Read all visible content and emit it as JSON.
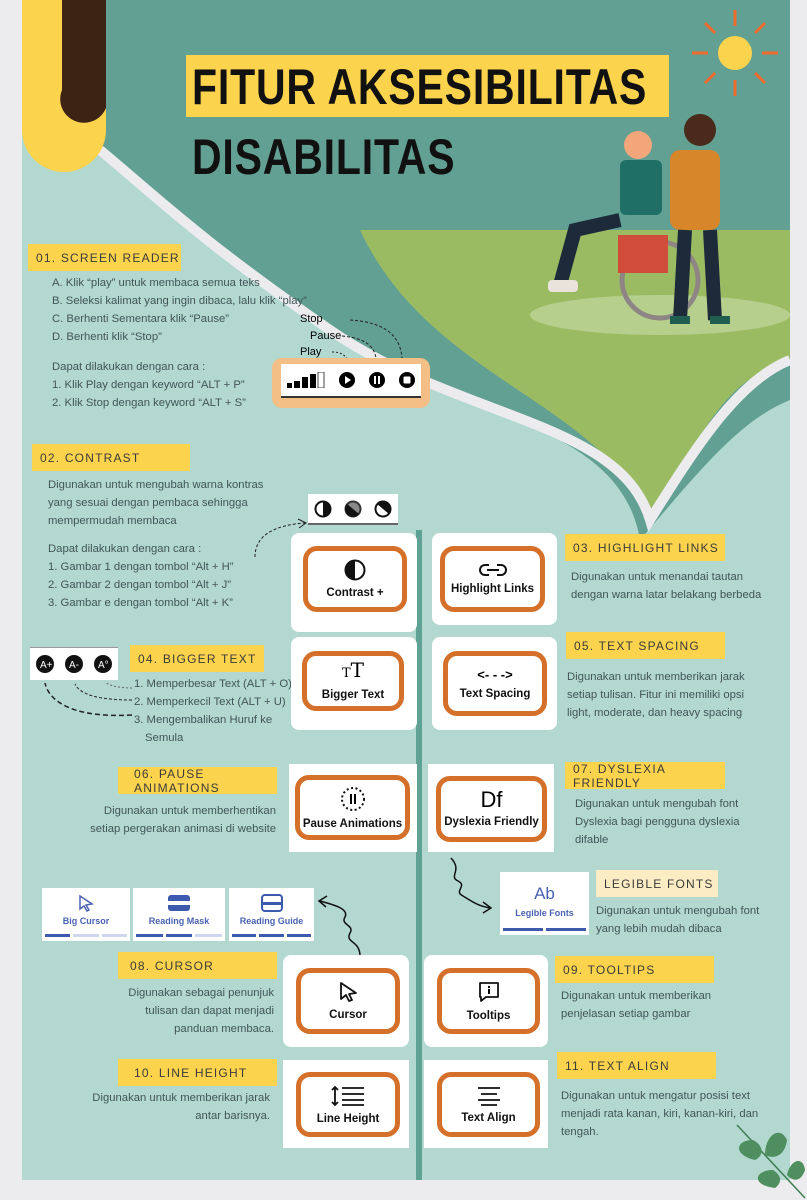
{
  "title": {
    "line1": "FITUR AKSESIBILITAS",
    "line2": "DISABILITAS"
  },
  "colors": {
    "label": "#fcd34c",
    "mint": "#b2d8cf",
    "teal": "#62a093",
    "green": "#9bbb63",
    "button_border": "#d4702a"
  },
  "screen_reader": {
    "label": "01. SCREEN READER",
    "steps": [
      "A. Klik “play” untuk membaca semua teks",
      "B. Seleksi kalimat yang ingin dibaca, lalu klik “play”",
      "C. Berhenti Sementara klik “Pause”",
      "D. Berhenti klik “Stop”"
    ],
    "how_title": "Dapat dilakukan dengan cara :",
    "how": [
      "1. Klik Play dengan keyword “ALT + P”",
      "2. Klik Stop dengan keyword “ALT + S”"
    ],
    "player": {
      "play": "Play",
      "pause": "Pause",
      "stop": "Stop"
    }
  },
  "contrast": {
    "label": "02. CONTRAST",
    "desc": [
      "Digunakan untuk mengubah warna kontras",
      "yang sesuai dengan pembaca sehingga",
      "mempermudah membaca"
    ],
    "how_title": "Dapat dilakukan dengan cara :",
    "how": [
      "1. Gambar 1 dengan tombol  “Alt + H”",
      "2. Gambar 2 dengan tombol “Alt + J”",
      "3. Gambar e dengan tombol “Alt + K”"
    ],
    "button": "Contrast +"
  },
  "highlight_links": {
    "label": "03. HIGHLIGHT LINKS",
    "desc": [
      "Digunakan untuk menandai tautan",
      "dengan warna latar belakang berbeda"
    ],
    "button": "Highlight Links"
  },
  "bigger_text": {
    "label": "04. BIGGER TEXT",
    "steps": [
      "1. Memperbesar Text (ALT + O)",
      "2. Memperkecil Text (ALT + U)",
      "3.  Mengembalikan  Huruf  ke",
      "Semula"
    ],
    "button": "Bigger Text"
  },
  "text_spacing": {
    "label": "05. TEXT SPACING",
    "desc": [
      "Digunakan untuk memberikan jarak",
      "setiap tulisan. Fitur ini memiliki opsi",
      "light, moderate, dan heavy spacing"
    ],
    "button": "Text Spacing"
  },
  "pause_animations": {
    "label": "06. PAUSE ANIMATIONS",
    "desc": [
      "Digunakan untuk memberhentikan",
      "setiap pergerakan animasi di website"
    ],
    "button": "Pause Animations"
  },
  "dyslexia": {
    "label": "07. DYSLEXIA FRIENDLY",
    "desc": [
      "Digunakan untuk mengubah font",
      "Dyslexia bagi pengguna dyslexia",
      "difable"
    ],
    "button": "Dyslexia Friendly",
    "icon_text": "Df"
  },
  "legible_fonts": {
    "label": "LEGIBLE FONTS",
    "desc": [
      "Digunakan untuk mengubah font",
      "yang lebih mudah dibaca"
    ],
    "button": "Legible Fonts",
    "icon_text": "Ab"
  },
  "cursor": {
    "label": "08. CURSOR",
    "desc": [
      "Digunakan sebagai penunjuk",
      "tulisan dan dapat menjadi",
      "panduan membaca."
    ],
    "button": "Cursor",
    "options": [
      {
        "label": "Big Cursor",
        "level": 1
      },
      {
        "label": "Reading Mask",
        "level": 2
      },
      {
        "label": "Reading Guide",
        "level": 3
      }
    ]
  },
  "tooltips": {
    "label": "09. TOOLTIPS",
    "desc": [
      "Digunakan untuk memberikan",
      "penjelasan setiap gambar"
    ],
    "button": "Tooltips"
  },
  "line_height": {
    "label": "10. LINE HEIGHT",
    "desc": [
      "Digunakan untuk memberikan jarak",
      "antar barisnya."
    ],
    "button": "Line Height"
  },
  "text_align": {
    "label": "11. TEXT ALIGN",
    "desc": [
      "Digunakan untuk mengatur posisi text",
      "menjadi rata kanan, kiri, kanan-kiri, dan",
      "tengah."
    ],
    "button": "Text Align"
  }
}
